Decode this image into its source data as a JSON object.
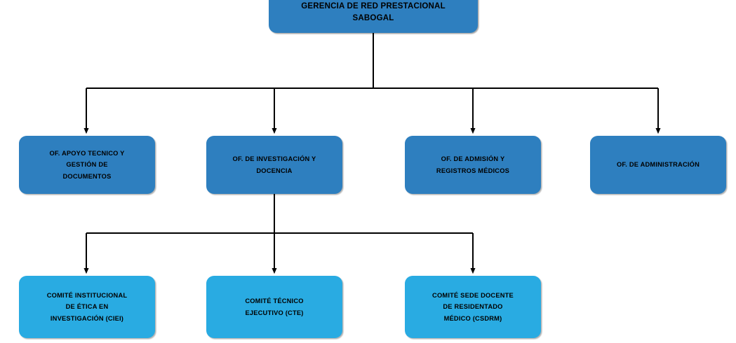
{
  "diagram": {
    "type": "organizational-chart",
    "colors": {
      "level1_fill": "#2E7FBF",
      "level2_fill": "#2E7FBF",
      "level3_fill": "#29ABE2",
      "connector": "#000000",
      "text": "#000000",
      "background": "#FFFFFF"
    },
    "root": {
      "id": "gerencia",
      "label": "GERENCIA DE RED PRESTACIONAL\nSABOGAL"
    },
    "level2": [
      {
        "id": "apoyo-tecnico",
        "label": "OF. APOYO TECNICO Y\nGESTIÓN DE\nDOCUMENTOS"
      },
      {
        "id": "investigacion-docencia",
        "label": "OF. DE INVESTIGACIÓN Y\nDOCENCIA"
      },
      {
        "id": "admision-registros",
        "label": "OF. DE ADMISIÓN Y\nREGISTROS MÉDICOS"
      },
      {
        "id": "administracion",
        "label": "OF. DE ADMINISTRACIÓN"
      }
    ],
    "level3": [
      {
        "id": "ciei",
        "label": "COMITÉ INSTITUCIONAL\nDE ÉTICA EN\nINVESTIGACIÓN (CIEI)"
      },
      {
        "id": "cte",
        "label": "COMITÉ TÉCNICO\nEJECUTIVO (CTE)"
      },
      {
        "id": "csdrm",
        "label": "COMITÉ SEDE DOCENTE\nDE RESIDENTADO\nMÉDICO (CSDRM)"
      }
    ]
  }
}
